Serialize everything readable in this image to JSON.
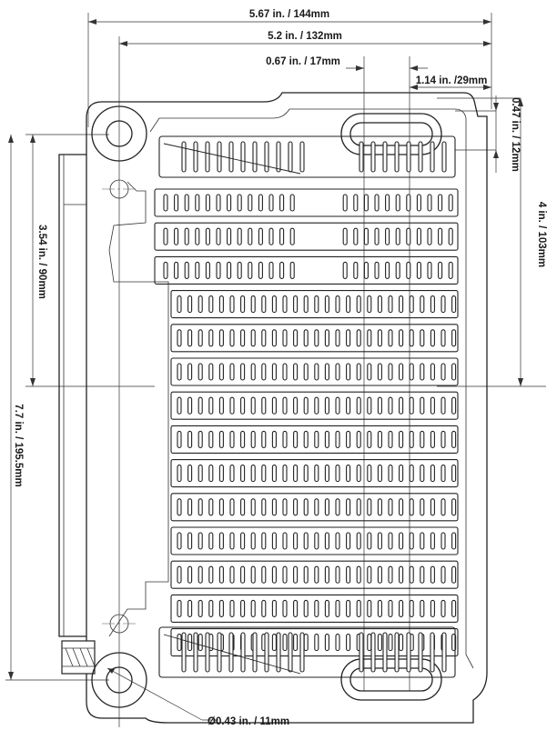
{
  "dimensions": {
    "overall_width": "5.67 in. / 144mm",
    "hole_span_width": "5.2 in. / 132mm",
    "slot_offset": "0.67 in. / 17mm",
    "right_offset": "1.14 in. /29mm",
    "slot_height": "0.47 in. / 12mm",
    "upper_height": "3.54 in. / 90mm",
    "right_height": "4 in. / 103mm",
    "overall_height": "7.7 in. / 195.5mm",
    "hole_diameter": "Ø0.43 in. / 11mm"
  }
}
